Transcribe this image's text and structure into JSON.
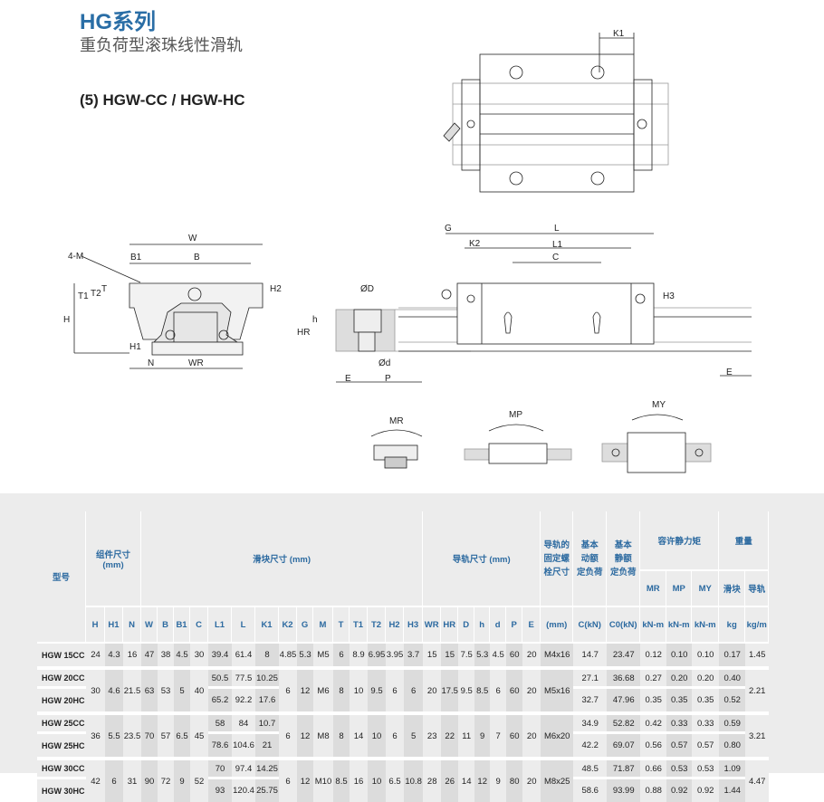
{
  "header": {
    "title": "HG系列",
    "subtitle": "重负荷型滚珠线性滑轨",
    "model": "(5) HGW-CC / HGW-HC"
  },
  "drawing_labels": {
    "K1": "K1",
    "W": "W",
    "M4": "4-M",
    "B1": "B1",
    "B": "B",
    "T1": "T1",
    "T2": "T2",
    "T": "T",
    "H2": "H2",
    "H": "H",
    "H1": "H1",
    "N": "N",
    "WR": "WR",
    "phiD": "ØD",
    "HR": "HR",
    "h": "h",
    "phid": "Ød",
    "E": "E",
    "P": "P",
    "G": "G",
    "L": "L",
    "K2": "K2",
    "L1": "L1",
    "C": "C",
    "H3": "H3",
    "E2": "E",
    "MR": "MR",
    "MP": "MP",
    "MY": "MY"
  },
  "table": {
    "col_model": "型号",
    "group_assembly": "组件尺寸\n(mm)",
    "group_block": "滑块尺寸 (mm)",
    "group_rail": "导轨尺寸 (mm)",
    "group_bolt": "导轨的\n固定螺\n栓尺寸",
    "group_dyn": "基本\n动额\n定负荷",
    "group_static": "基本\n静额\n定负荷",
    "group_moment": "容许静力矩",
    "group_weight": "重量",
    "sub_moment": [
      "MR",
      "MP",
      "MY"
    ],
    "sub_weight": [
      "滑块",
      "导轨"
    ],
    "columns": [
      "H",
      "H1",
      "N",
      "W",
      "B",
      "B1",
      "C",
      "L1",
      "L",
      "K1",
      "K2",
      "G",
      "M",
      "T",
      "T1",
      "T2",
      "H2",
      "H3",
      "WR",
      "HR",
      "D",
      "h",
      "d",
      "P",
      "E",
      "(mm)",
      "C(kN)",
      "C0(kN)",
      "kN-m",
      "kN-m",
      "kN-m",
      "kg",
      "kg/m"
    ],
    "rows": [
      {
        "models": [
          "HGW 15CC"
        ],
        "a": [
          "24",
          "4.3",
          "16",
          "47",
          "38",
          "4.5",
          "30"
        ],
        "v1": [
          [
            "39.4",
            "61.4",
            "8"
          ]
        ],
        "s": [
          "4.85",
          "5.3",
          "M5",
          "6",
          "8.9",
          "6.95",
          "3.95",
          "3.7",
          "15",
          "15",
          "7.5",
          "5.3",
          "4.5",
          "60",
          "20",
          "M4x16"
        ],
        "v2": [
          [
            "14.7",
            "23.47",
            "0.12",
            "0.10",
            "0.10",
            "0.17"
          ]
        ],
        "kgm": "1.45"
      },
      {
        "models": [
          "HGW 20CC",
          "HGW 20HC"
        ],
        "a": [
          "30",
          "4.6",
          "21.5",
          "63",
          "53",
          "5",
          "40"
        ],
        "v1": [
          [
            "50.5",
            "77.5",
            "10.25"
          ],
          [
            "65.2",
            "92.2",
            "17.6"
          ]
        ],
        "s": [
          "6",
          "12",
          "M6",
          "8",
          "10",
          "9.5",
          "6",
          "6",
          "20",
          "17.5",
          "9.5",
          "8.5",
          "6",
          "60",
          "20",
          "M5x16"
        ],
        "v2": [
          [
            "27.1",
            "36.68",
            "0.27",
            "0.20",
            "0.20",
            "0.40"
          ],
          [
            "32.7",
            "47.96",
            "0.35",
            "0.35",
            "0.35",
            "0.52"
          ]
        ],
        "kgm": "2.21"
      },
      {
        "models": [
          "HGW 25CC",
          "HGW 25HC"
        ],
        "a": [
          "36",
          "5.5",
          "23.5",
          "70",
          "57",
          "6.5",
          "45"
        ],
        "v1": [
          [
            "58",
            "84",
            "10.7"
          ],
          [
            "78.6",
            "104.6",
            "21"
          ]
        ],
        "s": [
          "6",
          "12",
          "M8",
          "8",
          "14",
          "10",
          "6",
          "5",
          "23",
          "22",
          "11",
          "9",
          "7",
          "60",
          "20",
          "M6x20"
        ],
        "v2": [
          [
            "34.9",
            "52.82",
            "0.42",
            "0.33",
            "0.33",
            "0.59"
          ],
          [
            "42.2",
            "69.07",
            "0.56",
            "0.57",
            "0.57",
            "0.80"
          ]
        ],
        "kgm": "3.21"
      },
      {
        "models": [
          "HGW 30CC",
          "HGW 30HC"
        ],
        "a": [
          "42",
          "6",
          "31",
          "90",
          "72",
          "9",
          "52"
        ],
        "v1": [
          [
            "70",
            "97.4",
            "14.25"
          ],
          [
            "93",
            "120.4",
            "25.75"
          ]
        ],
        "s": [
          "6",
          "12",
          "M10",
          "8.5",
          "16",
          "10",
          "6.5",
          "10.8",
          "28",
          "26",
          "14",
          "12",
          "9",
          "80",
          "20",
          "M8x25"
        ],
        "v2": [
          [
            "48.5",
            "71.87",
            "0.66",
            "0.53",
            "0.53",
            "1.09"
          ],
          [
            "58.6",
            "93.99",
            "0.88",
            "0.92",
            "0.92",
            "1.44"
          ]
        ],
        "kgm": "4.47"
      }
    ]
  }
}
